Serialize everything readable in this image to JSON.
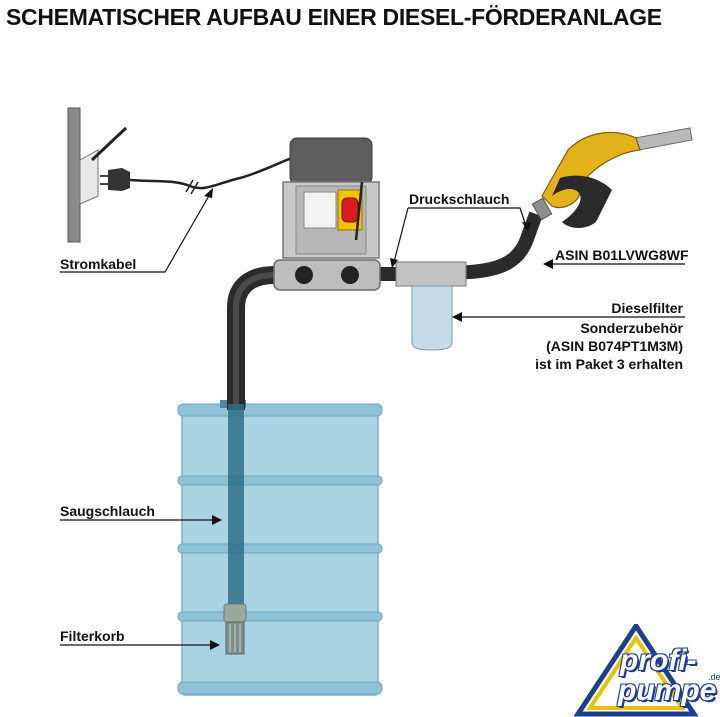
{
  "title": "SCHEMATISCHER AUFBAU EINER DIESEL-FÖRDERANLAGE",
  "labels": {
    "stromkabel": "Stromkabel",
    "druckschlauch": "Druckschlauch",
    "asin_nozzle": "ASIN B01LVWG8WF",
    "dieselfilter": [
      "Dieselfilter",
      "Sonderzubehör",
      "(ASIN B074PT1M3M)",
      "ist im Paket 3 erhalten"
    ],
    "saugschlauch": "Saugschlauch",
    "filterkorb": "Filterkorb"
  },
  "logo": {
    "line1": "profi-",
    "line2": "pumpe",
    "tld": ".de"
  },
  "colors": {
    "drum": "#a9d3e3",
    "drum_rib": "#6aa8c2",
    "hose": "#2b2b2b",
    "pump_body": "#c9c9c9",
    "switch_red": "#d91c1c",
    "switch_yellow": "#f2c400",
    "nozzle_yellow": "#e3b21a",
    "logo_blue": "#1f3f8c",
    "logo_yellow": "#e6c200"
  }
}
